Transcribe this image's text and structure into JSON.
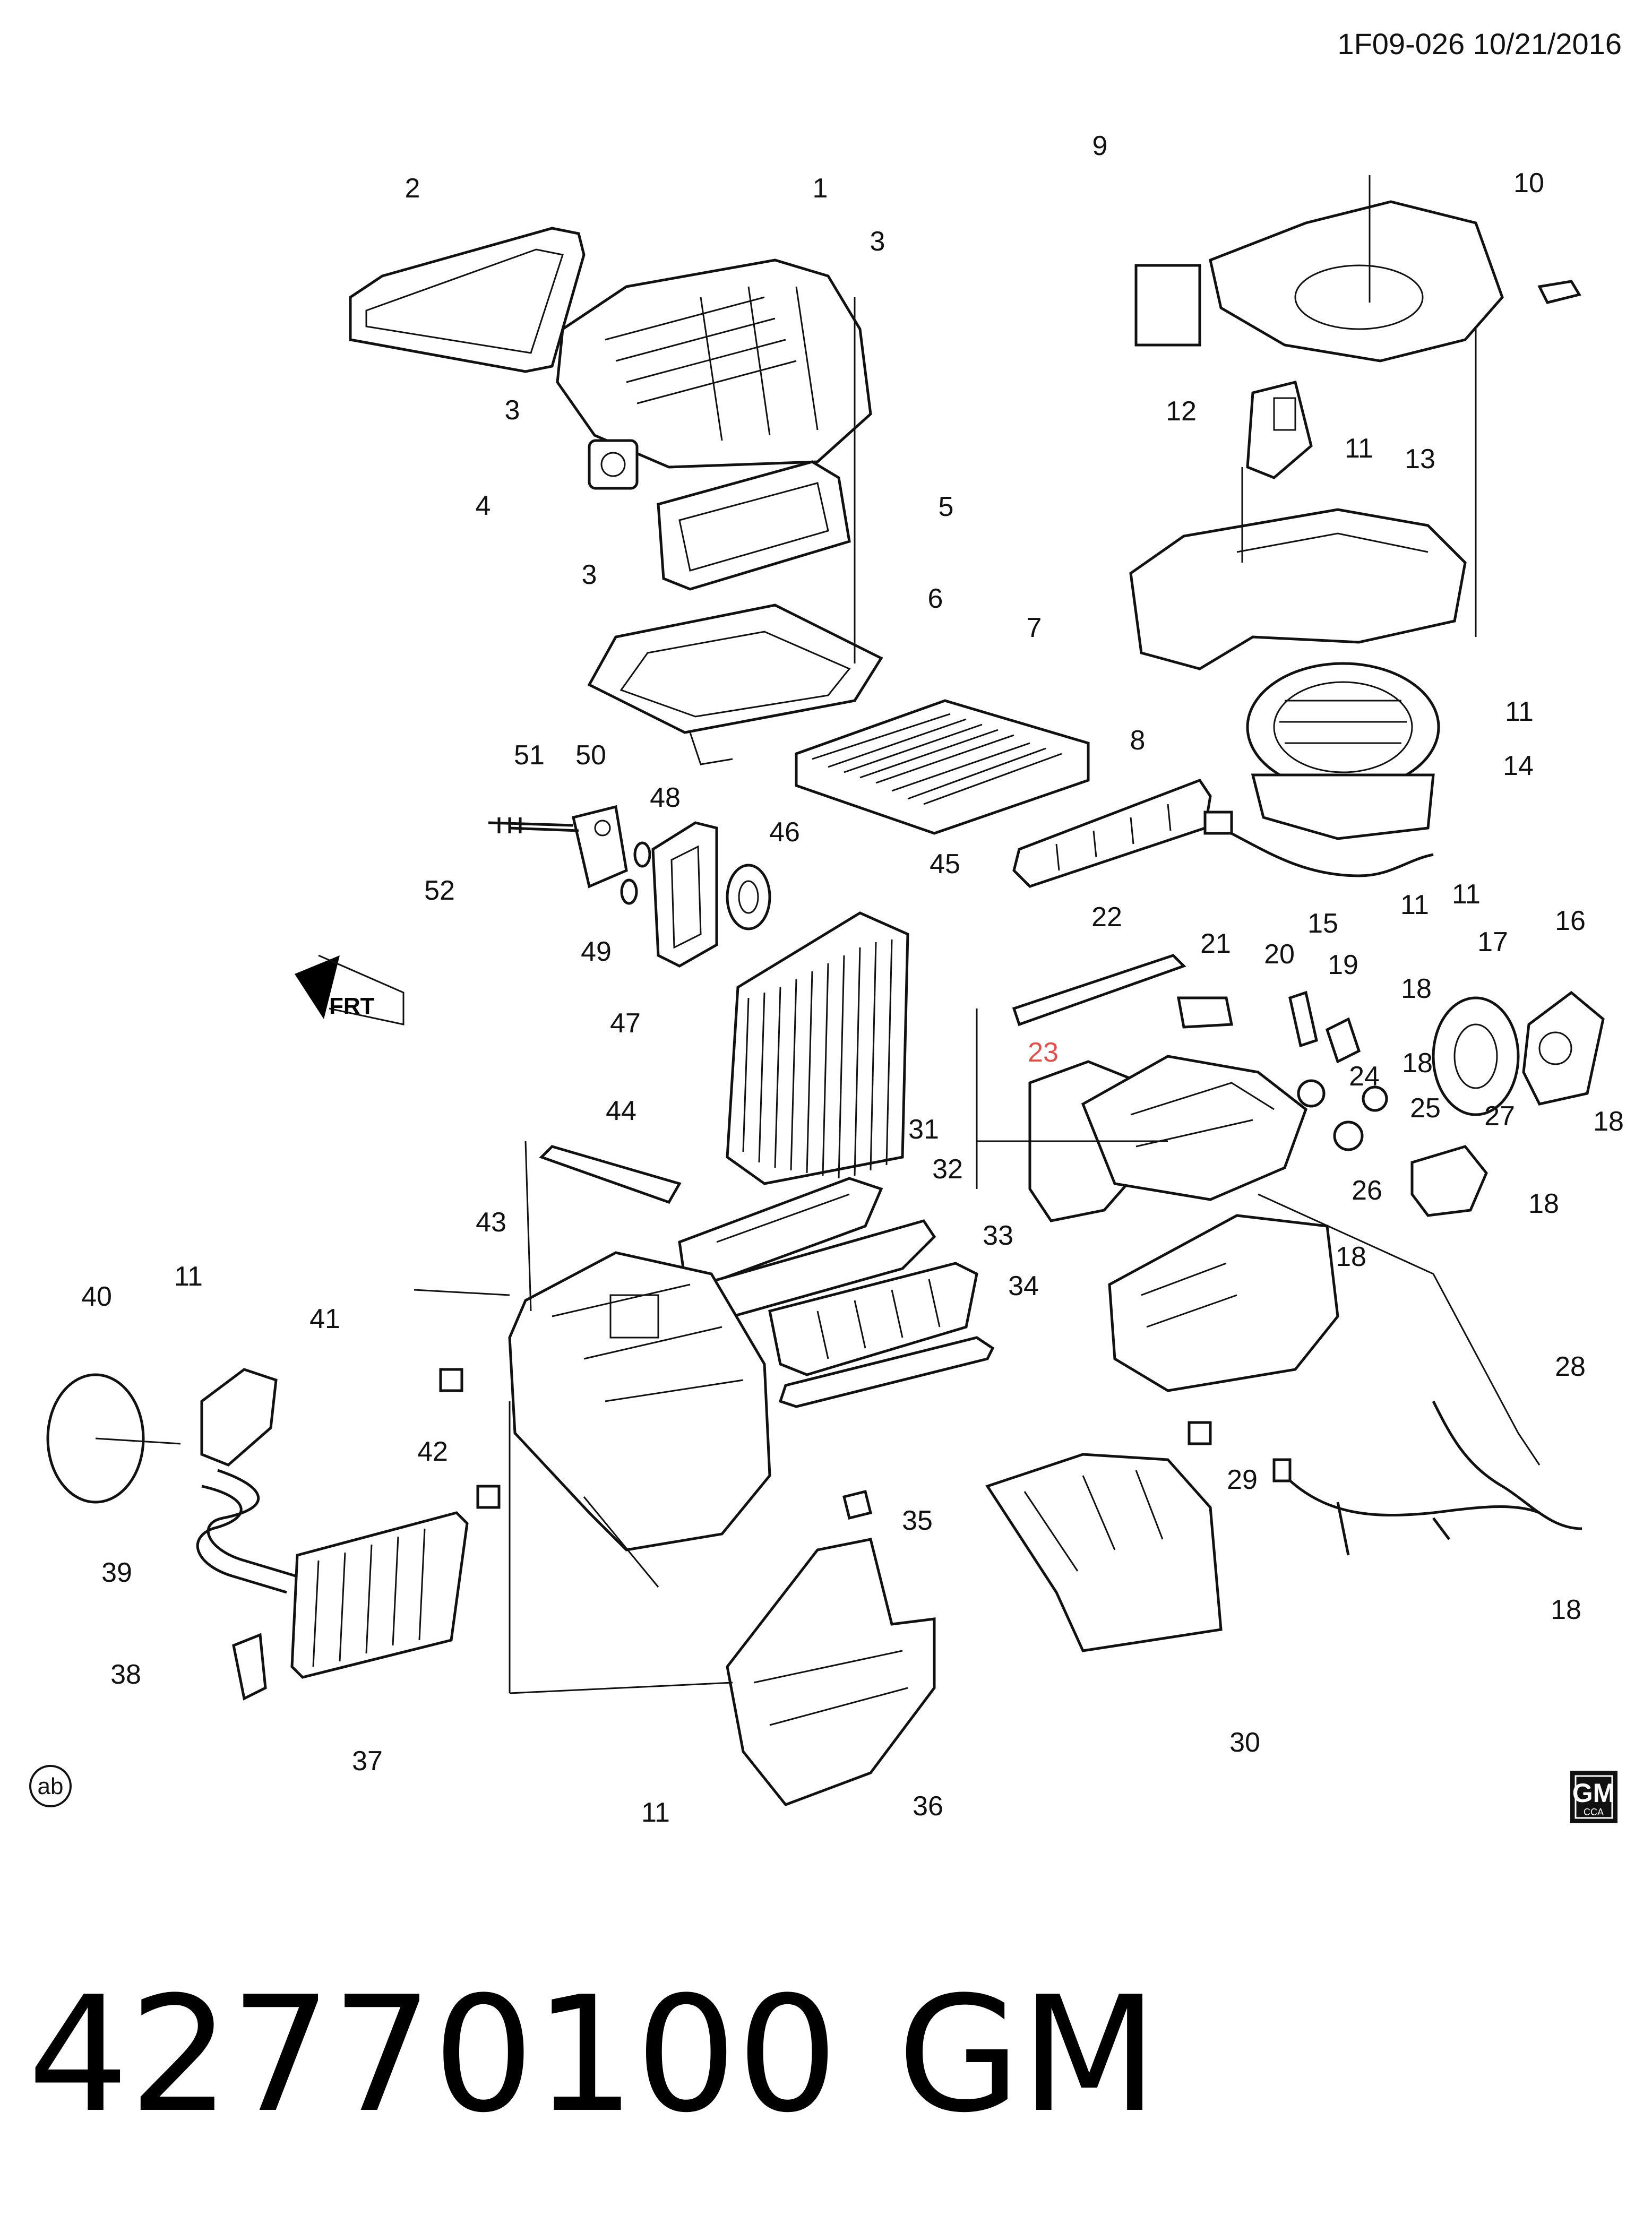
{
  "header": {
    "reference": "1F09-026  10/21/2016"
  },
  "footer": {
    "part_number": "42770100",
    "brand": "GM"
  },
  "badges": {
    "front_indicator": "FRT",
    "ab_mark": "ab",
    "logo": "GM",
    "logo_sub": "CCA"
  },
  "callouts": {
    "c1": "1",
    "c2": "2",
    "c3a": "3",
    "c3b": "3",
    "c3c": "3",
    "c4": "4",
    "c5": "5",
    "c6": "6",
    "c7": "7",
    "c8": "8",
    "c9": "9",
    "c10": "10",
    "c11a": "11",
    "c11b": "11",
    "c11c": "11",
    "c11d": "11",
    "c11e": "11",
    "c11f": "11",
    "c12": "12",
    "c13": "13",
    "c14": "14",
    "c15": "15",
    "c16": "16",
    "c17": "17",
    "c18a": "18",
    "c18b": "18",
    "c18c": "18",
    "c18d": "18",
    "c18e": "18",
    "c18f": "18",
    "c19": "19",
    "c20": "20",
    "c21": "21",
    "c22": "22",
    "c23": "23",
    "c24": "24",
    "c25": "25",
    "c26": "26",
    "c27": "27",
    "c28": "28",
    "c29": "29",
    "c30": "30",
    "c31": "31",
    "c32": "32",
    "c33": "33",
    "c34": "34",
    "c35": "35",
    "c36": "36",
    "c37": "37",
    "c38": "38",
    "c39": "39",
    "c40": "40",
    "c41": "41",
    "c42": "42",
    "c43": "43",
    "c44": "44",
    "c45": "45",
    "c46": "46",
    "c47": "47",
    "c48": "48",
    "c49": "49",
    "c50": "50",
    "c51": "51",
    "c52": "52"
  },
  "colors": {
    "ink": "#111111",
    "highlight": "#d9534f",
    "background": "#ffffff"
  }
}
